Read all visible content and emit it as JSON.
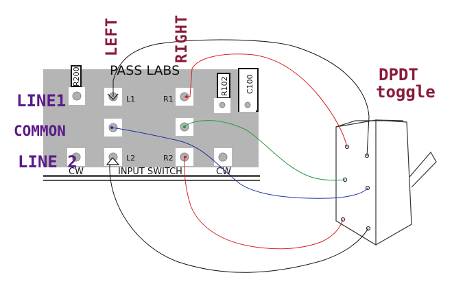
{
  "board": {
    "brand": "PASS LABS",
    "switch_label": "INPUT SWITCH",
    "refs": {
      "r200": "R200",
      "r102": "R102",
      "c100": "C100",
      "l1": "L1",
      "r1": "R1",
      "l2": "L2",
      "r2": "R2",
      "cw_left": "CW",
      "cw_right": "CW"
    }
  },
  "annotations": {
    "left": "LEFT",
    "right": "RIGHT",
    "line1": "LINE1",
    "common": "COMMON",
    "line2": "LINE 2",
    "dpdt": "DPDT",
    "toggle": "toggle"
  },
  "colors": {
    "board": "#b5b5b5",
    "pad": "#ffffff",
    "trace_black": "#111111",
    "trace_red": "#d81e1e",
    "trace_blue": "#1c2fa0",
    "trace_green": "#1f9a3a",
    "label_purple": "#5b1a8a",
    "label_maroon": "#8a1a3a"
  }
}
